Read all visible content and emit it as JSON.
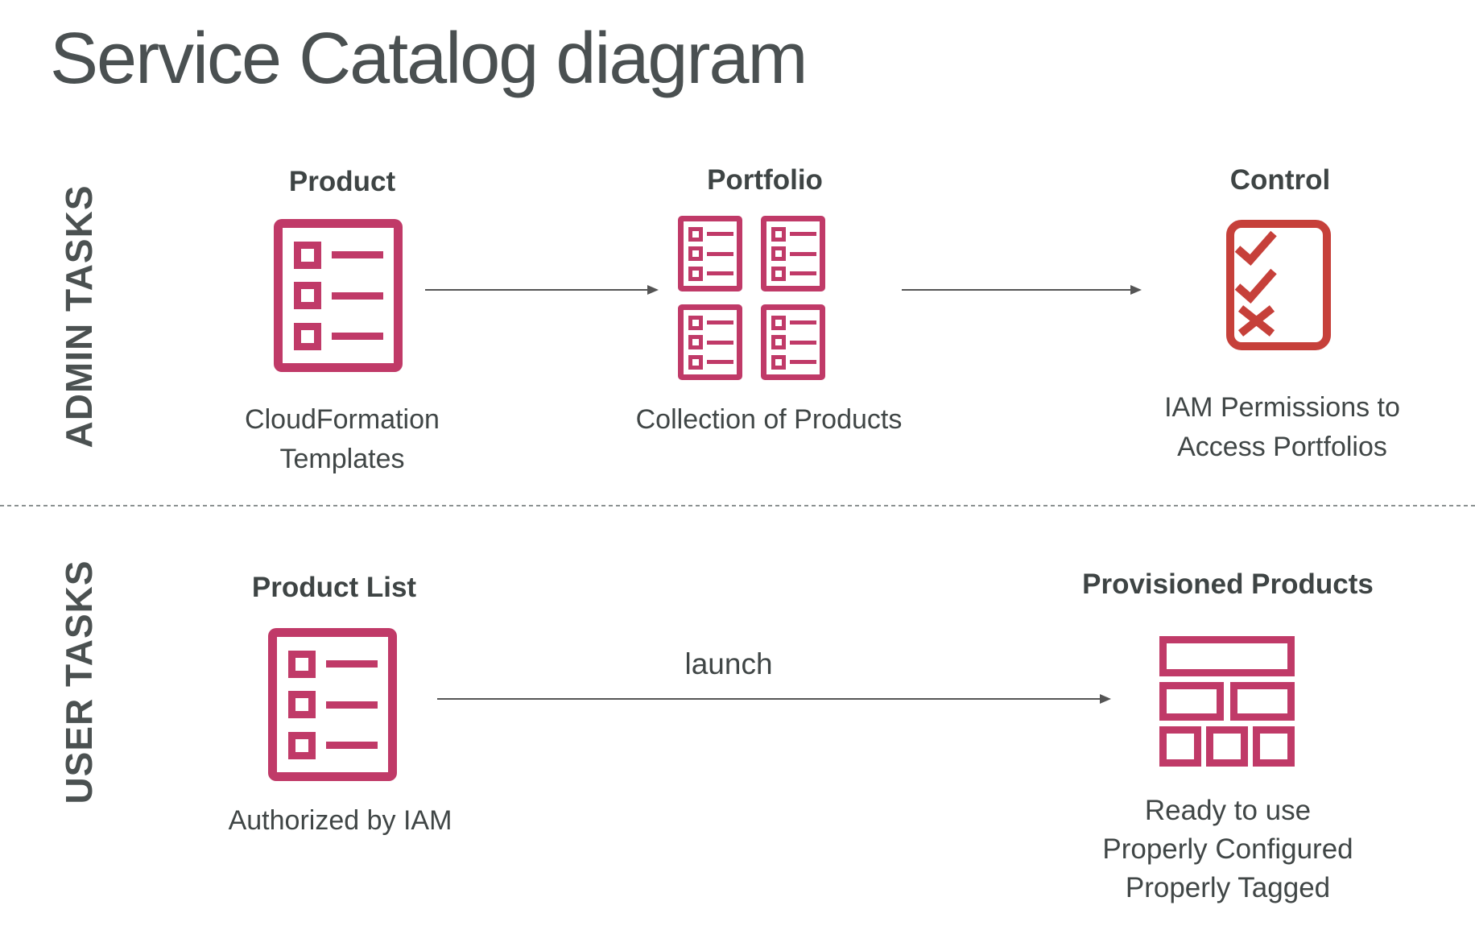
{
  "slide": {
    "title": "Service Catalog diagram"
  },
  "colors": {
    "pink": "#c03a68",
    "red": "#c6403a",
    "title_text": "#4a5051",
    "heading_text": "#3e4444",
    "caption_text": "#404646",
    "section_label_text": "#4b5151",
    "arrow": "#555555",
    "divider": "#8b9191"
  },
  "admin_section": {
    "label": "ADMIN TASKS",
    "product": {
      "heading": "Product",
      "caption": "CloudFormation\nTemplates",
      "icon": "product-list-icon"
    },
    "portfolio": {
      "heading": "Portfolio",
      "caption": "Collection of Products",
      "icon": "grid-of-product-icons"
    },
    "control": {
      "heading": "Control",
      "caption": "IAM Permissions to\nAccess Portfolios",
      "icon": "checklist-icon"
    }
  },
  "user_section": {
    "label": "USER TASKS",
    "product_list": {
      "heading": "Product List",
      "caption": "Authorized by IAM",
      "icon": "product-list-icon"
    },
    "launch_arrow_label": "launch",
    "provisioned": {
      "heading": "Provisioned Products",
      "caption": "Ready to use\nProperly Configured\nProperly Tagged",
      "icon": "brick-wall-icon"
    }
  }
}
